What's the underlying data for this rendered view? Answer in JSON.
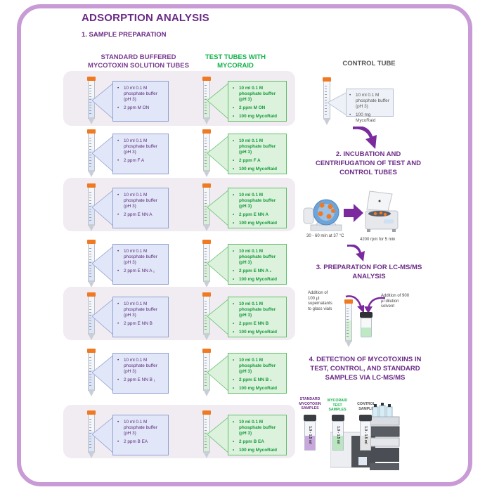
{
  "title": "ADSORPTION ANALYSIS",
  "step1": {
    "label": "1. SAMPLE PREPARATION",
    "columns": {
      "standard": "STANDARD BUFFERED MYCOTOXIN SOLUTION TUBES",
      "test": "TEST TUBES WITH MYCORAID",
      "control": "CONTROL TUBE"
    },
    "rows": [
      {
        "standard_items": [
          "10 ml 0.1 M phosphate buffer (pH 3)",
          "2 ppm M ON"
        ],
        "test_items": [
          "10 ml 0.1 M phosphate buffer (pH 3)",
          "2 ppm M ON",
          "100 mg MycoRaid"
        ]
      },
      {
        "standard_items": [
          "10 ml 0.1 M phosphate buffer (pH 3)",
          "2 ppm F A"
        ],
        "test_items": [
          "10 ml 0.1 M phosphate buffer (pH 3)",
          "2 ppm F A",
          "100 mg MycoRaid"
        ]
      },
      {
        "standard_items": [
          "10 ml 0.1 M phosphate buffer (pH 3)",
          "2 ppm E NN A"
        ],
        "test_items": [
          "10 ml 0.1 M phosphate buffer (pH 3)",
          "2 ppm E NN A",
          "100 mg MycoRaid"
        ]
      },
      {
        "standard_items": [
          "10 ml 0.1 M phosphate buffer (pH 3)",
          "2 ppm E NN A ₁"
        ],
        "test_items": [
          "10 ml 0.1 M phosphate buffer (pH 3)",
          "2 ppm E NN A ₁",
          "100 mg MycoRaid"
        ]
      },
      {
        "standard_items": [
          "10 ml 0.1 M phosphate buffer (pH 3)",
          "2 ppm E NN B"
        ],
        "test_items": [
          "10 ml 0.1 M phosphate buffer (pH 3)",
          "2 ppm E NN B",
          "100 mg MycoRaid"
        ]
      },
      {
        "standard_items": [
          "10 ml 0.1 M phosphate buffer (pH 3)",
          "2 ppm E NN B ₁"
        ],
        "test_items": [
          "10 ml 0.1 M phosphate buffer (pH 3)",
          "2 ppm E NN B ₁",
          "100 mg MycoRaid"
        ]
      },
      {
        "standard_items": [
          "10 ml 0.1 M phosphate buffer (pH 3)",
          "2 ppm B EA"
        ],
        "test_items": [
          "10 ml 0.1 M phosphate buffer (pH 3)",
          "2 ppm B EA",
          "100 mg MycoRaid"
        ]
      }
    ],
    "control_items": [
      "10 ml 0.1 M phosphate buffer (pH 3)",
      "100 mg MycoRaid"
    ]
  },
  "step2": {
    "label": "2. INCUBATION AND CENTRIFUGATION OF TEST AND CONTROL TUBES",
    "incubation_caption": "30 - 60 min at 37 °C",
    "centrifuge_caption": "4200 rpm for 5 min"
  },
  "step3": {
    "label": "3. PREPARATION FOR LC-MS/MS ANALYSIS",
    "supernatant_caption": "Addition of 100 µl supernatants to glass vials",
    "solvent_caption": "Addition of 900 µl dilution solvent"
  },
  "step4": {
    "label": "4. DETECTION OF MYCOTOXINS IN TEST, CONTROL, AND STANDARD SAMPLES VIA LC-MS/MS",
    "vials": [
      {
        "head": "STANDARD MYCOTOXIN SAMPLES",
        "vial_label": "1.0 - 1.5 ml",
        "color": "#c9a6dd"
      },
      {
        "head": "MYCORAID TEST SAMPLES",
        "vial_label": "1.0 - 1.5 ml",
        "color": "#b9e6bf"
      },
      {
        "head": "CONTROL SAMPLE",
        "vial_label": "1.0 - 1.5 ml",
        "color": "#e4e4e4"
      }
    ]
  },
  "colors": {
    "frame": "#c89ad6",
    "heading_purple": "#6b2a86",
    "test_green": "#13b24a",
    "cap_orange": "#f07a22",
    "arrow_purple": "#7b2a9e"
  }
}
